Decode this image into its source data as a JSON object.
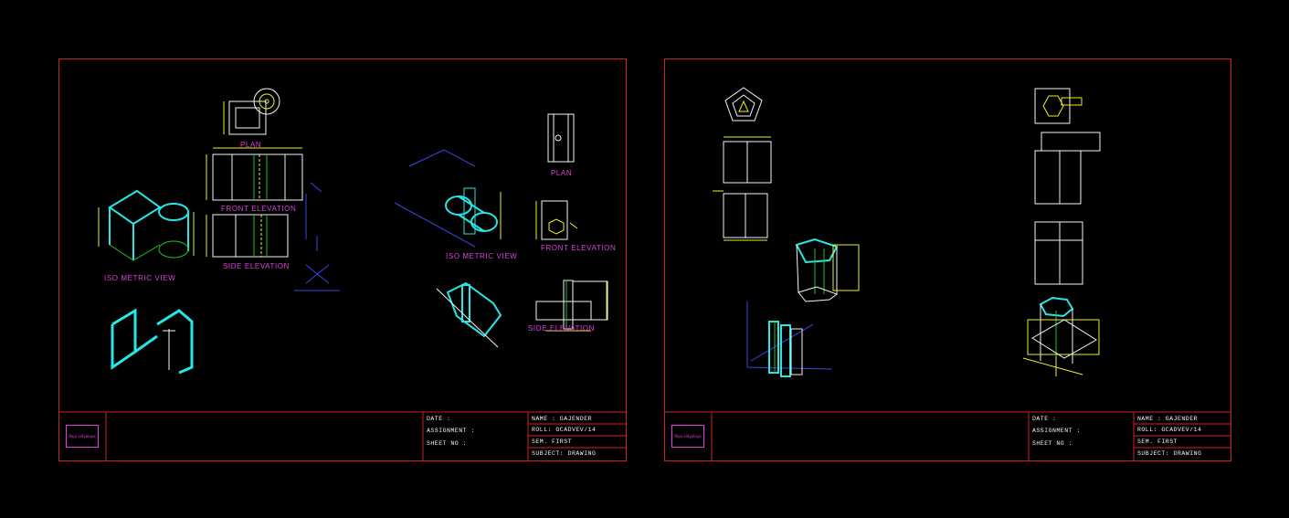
{
  "sheets": [
    {
      "labels": {
        "plan": "PLAN",
        "front_elevation": "FRONT ELEVATION",
        "side_elevation": "SIDE ELEVATION",
        "isometric_view": "ISO METRIC VIEW",
        "isometric_view_2": "ISO METRIC VIEW",
        "plan_2": "PLAN",
        "front_elevation_2": "FRONT ELEVATION",
        "side_elevation_2": "SIDE ELEVATION"
      },
      "title_block": {
        "date": "DATE :",
        "assignment": "ASSIGNMENT :",
        "sheet_no": "SHEET NO :",
        "name": "NAME : GAJENDER",
        "roll": "ROLL: GCADVEV/14",
        "sem": "SEM. FIRST",
        "subject": "SUBJECT: DRAWING",
        "logo": "Raju vidyalaya"
      }
    },
    {
      "title_block": {
        "date": "DATE :",
        "assignment": "ASSIGNMENT :",
        "sheet_no": "SHEET NO :",
        "name": "NAME : GAJENDER",
        "roll": "ROLL: GCADVEV/14",
        "sem": "SEM. FIRST",
        "subject": "SUBJECT: DRAWING",
        "logo": "Raju vidyalaya"
      }
    }
  ],
  "colors": {
    "border": "#d21f1f",
    "label": "#e040e0",
    "cyan": "#27e6e6",
    "yellow": "#f0f020",
    "white": "#f4f4f4",
    "blue": "#3a46e6",
    "green": "#22c222"
  }
}
